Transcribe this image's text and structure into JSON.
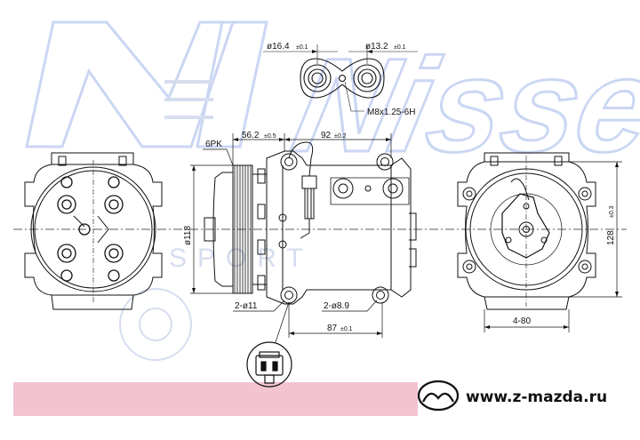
{
  "watermark": {
    "brand": "Nissens",
    "overlay": "SPORT"
  },
  "labels": {
    "port_a": "ø16.4",
    "port_a_tol": "±0.1",
    "port_b": "ø13.2",
    "port_b_tol": "±0.1",
    "thread": "M8x1.25-6H",
    "belt": "6PK",
    "dim_56": "56.2",
    "dim_56_tol": "±0.5",
    "dim_92": "92",
    "dim_92_tol": "±0.2",
    "pulley_dia": "ø118",
    "holes_11": "2-ø11",
    "holes_89": "2-ø8.9",
    "dim_87": "87",
    "dim_87_tol": "±0.1",
    "dim_128": "128",
    "dim_128_tol": "±0.3",
    "dim_480": "4-80"
  },
  "footer": {
    "website": "www.z-mazda.ru",
    "band_color": "#f2c4cf",
    "watermark_color": "#b9c8ef"
  }
}
